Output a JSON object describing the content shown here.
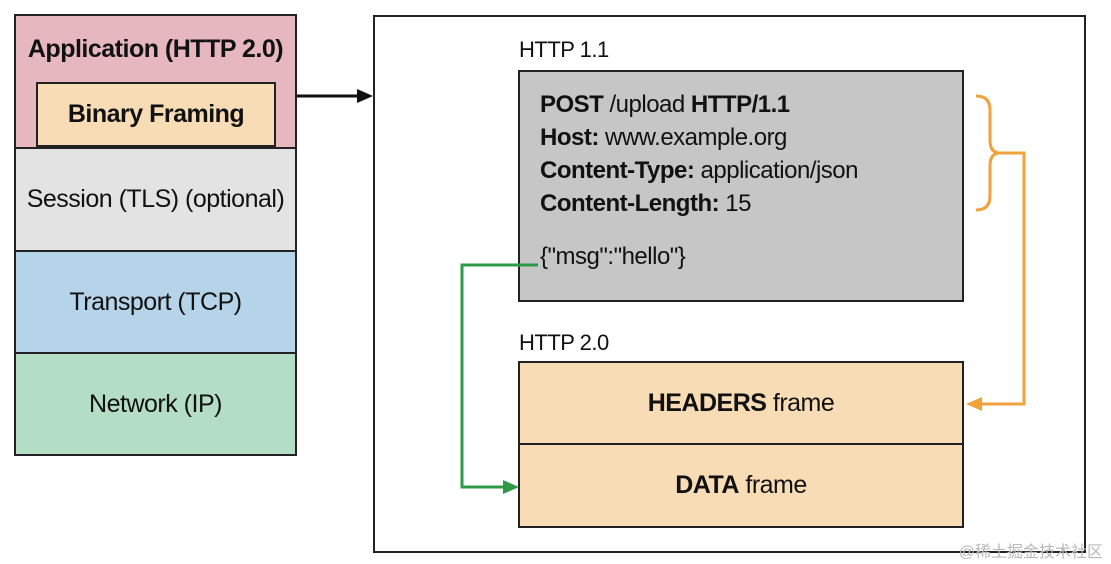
{
  "stack": {
    "application": "Application (HTTP 2.0)",
    "binary_framing": "Binary Framing",
    "session": "Session (TLS) (optional)",
    "transport": "Transport (TCP)",
    "network": "Network (IP)"
  },
  "http11": {
    "label": "HTTP 1.1",
    "request_line": {
      "method": "POST",
      "path": " /upload ",
      "version": "HTTP/1.1"
    },
    "headers": [
      {
        "name": "Host:",
        "value": " www.example.org"
      },
      {
        "name": "Content-Type:",
        "value": " application/json"
      },
      {
        "name": "Content-Length:",
        "value": " 15"
      }
    ],
    "body": "{\"msg\":\"hello\"}"
  },
  "http2": {
    "label": "HTTP 2.0",
    "headers_frame": {
      "bold": "HEADERS",
      "rest": " frame"
    },
    "data_frame": {
      "bold": "DATA",
      "rest": " frame"
    }
  },
  "colors": {
    "application": "#e7b7bf",
    "binary_framing": "#f8dcb6",
    "session": "#e3e3e3",
    "transport": "#b5d3e9",
    "network": "#b3ddc4",
    "http11_box": "#c6c6c6",
    "orange_arrow": "#f0a23c",
    "green_arrow": "#2e9a48"
  },
  "watermark": "@稀土掘金技术社区"
}
